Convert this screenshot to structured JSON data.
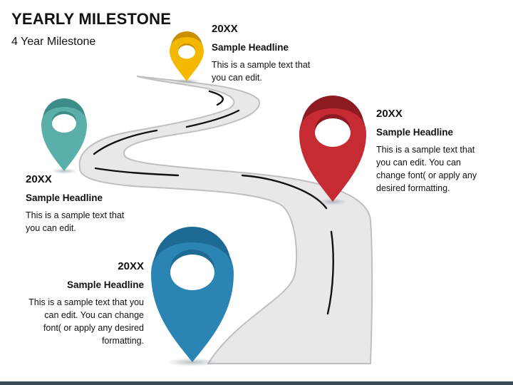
{
  "header": {
    "title": "YEARLY MILESTONE",
    "subtitle": "4 Year Milestone"
  },
  "milestones": [
    {
      "id": "yellow",
      "year": "20XX",
      "headline": "Sample Headline",
      "text": "This is a sample text that you can edit.",
      "color": "#F5B800",
      "shade": "#C98F00"
    },
    {
      "id": "teal",
      "year": "20XX",
      "headline": "Sample Headline",
      "text": "This is a sample text that you can edit.",
      "color": "#5AAFAA",
      "shade": "#3E8C88"
    },
    {
      "id": "red",
      "year": "20XX",
      "headline": "Sample Headline",
      "text": "This is a sample text that you can edit. You can change font( or apply any desired formatting.",
      "color": "#C62A33",
      "shade": "#8E1B22"
    },
    {
      "id": "blue",
      "year": "20XX",
      "headline": "Sample Headline",
      "text": "This is a sample text that you can edit. You can change font( or apply any desired formatting.",
      "color": "#2A84B4",
      "shade": "#1D6A94"
    }
  ],
  "colors": {
    "road_fill": "#E8E8E8",
    "road_edge": "#BFBFBF",
    "lane_marking": "#111111",
    "bottom_bar": "#3C4A58"
  },
  "icons": [
    "map-pin-icon"
  ]
}
